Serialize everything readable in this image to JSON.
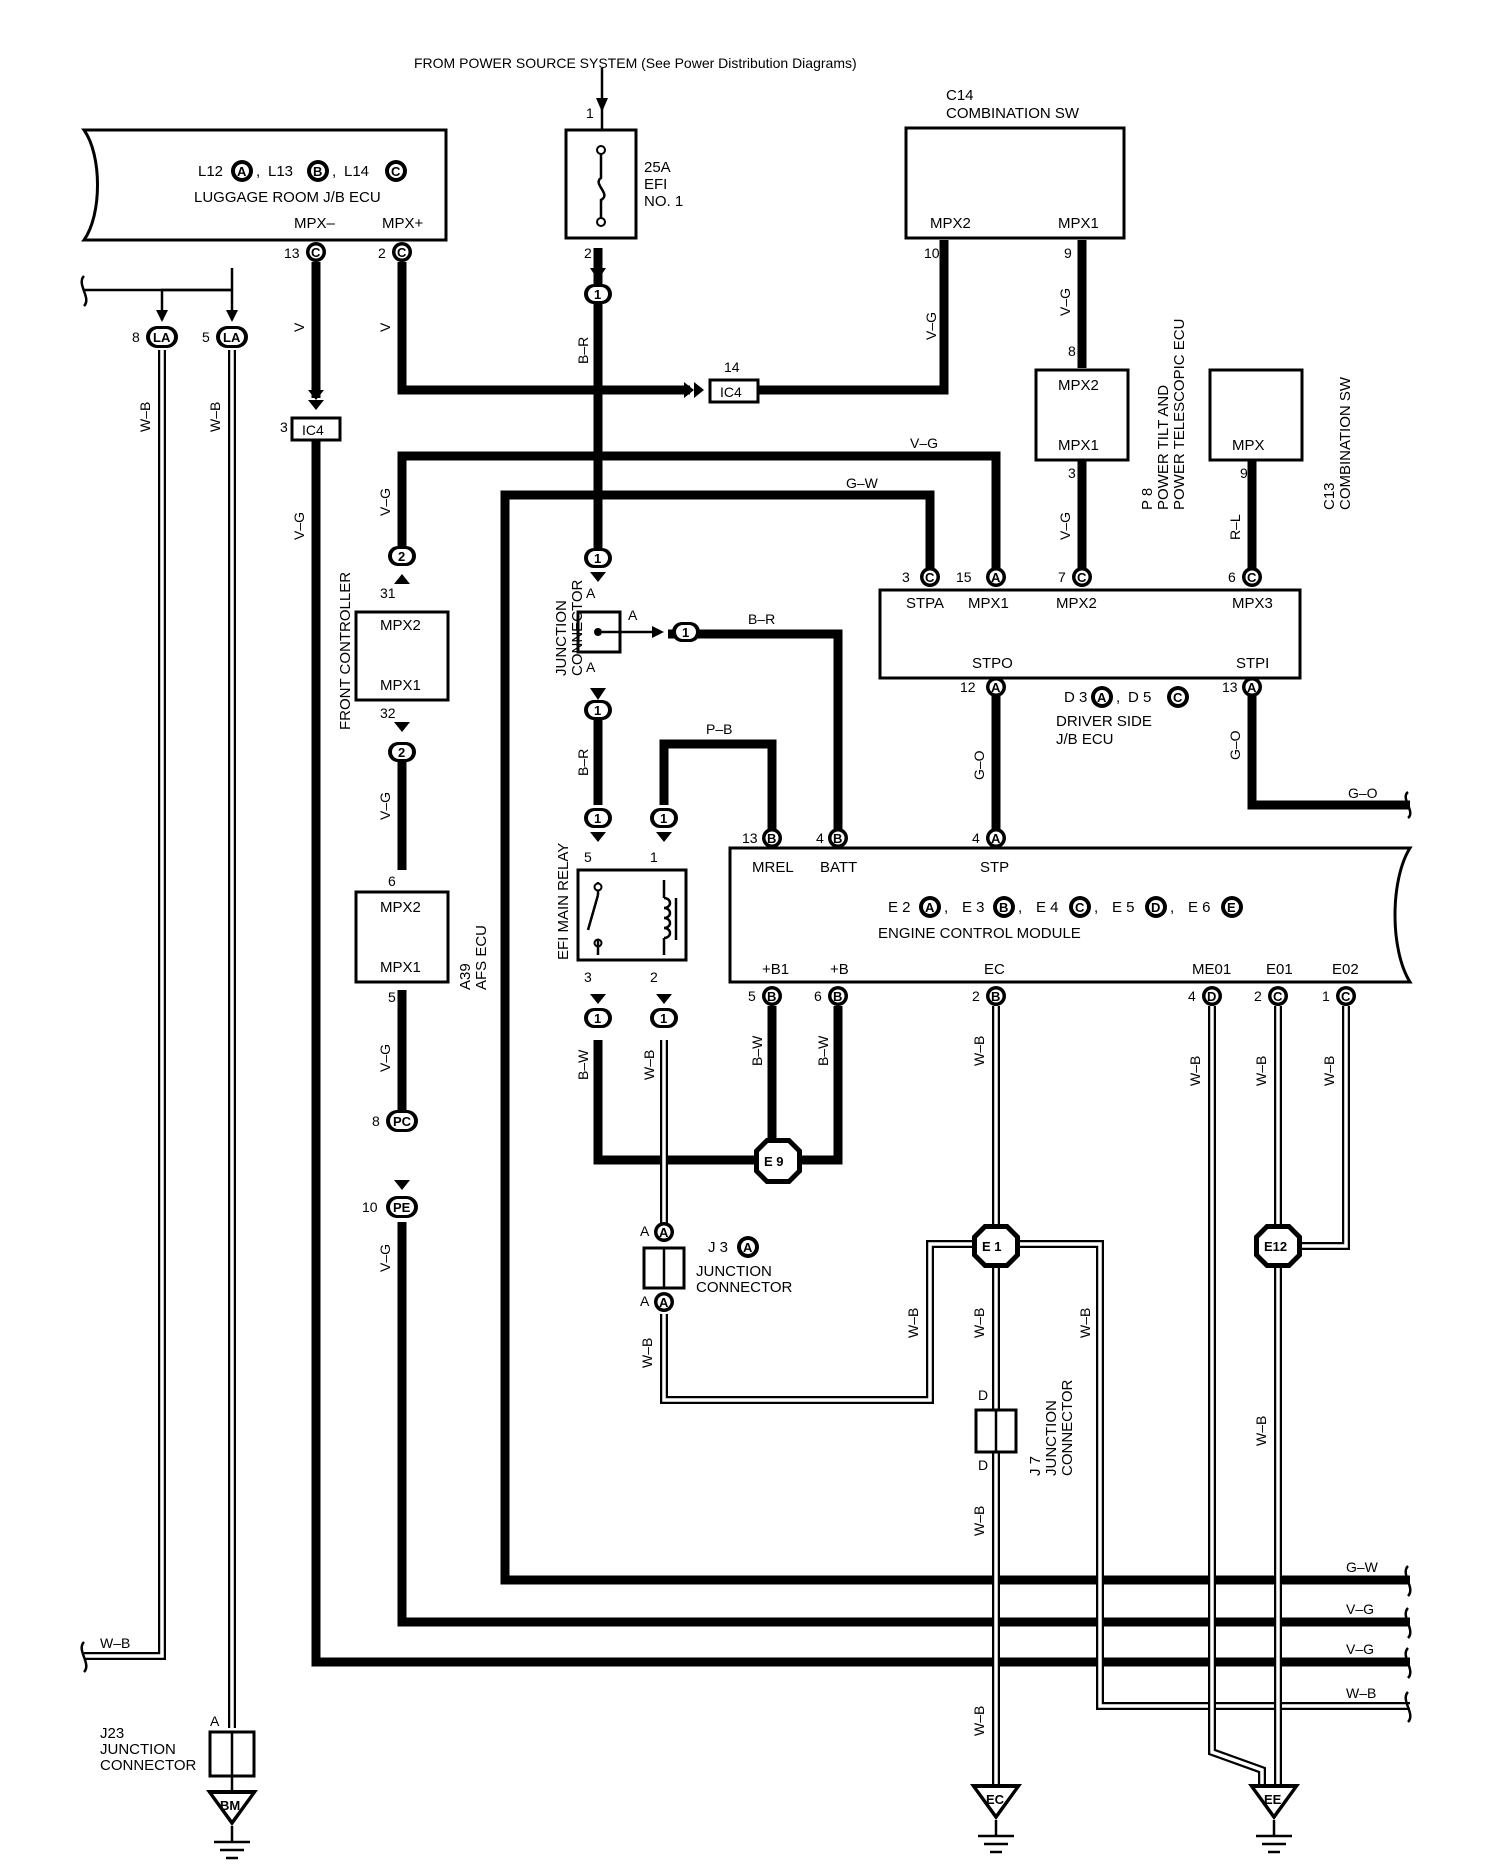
{
  "header": {
    "power_source": "FROM POWER SOURCE SYSTEM (See Power Distribution Diagrams)"
  },
  "fuse": {
    "rating": "25A",
    "name1": "EFI",
    "name2": "NO. 1",
    "pin_top": "1",
    "pin_bottom": "2"
  },
  "luggage_ecu": {
    "name": "LUGGAGE ROOM J/B ECU",
    "codes": [
      "L12",
      "L13",
      "L14"
    ],
    "letters": [
      "A",
      "B",
      "C"
    ],
    "pins": {
      "mpx_minus": "MPX–",
      "mpx_plus": "MPX+",
      "pin13": "13",
      "pin2": "2",
      "conn": "C"
    }
  },
  "c14": {
    "id": "C14",
    "name": "COMBINATION SW",
    "mpx2": "MPX2",
    "mpx1": "MPX1",
    "pin10": "10",
    "pin9": "9"
  },
  "ptilt": {
    "id": "P 8",
    "name1": "POWER TILT AND",
    "name2": "POWER TELESCOPIC ECU",
    "mpx2": "MPX2",
    "mpx1": "MPX1",
    "pin8": "8",
    "pin3": "3"
  },
  "c13": {
    "id": "C13",
    "name": "COMBINATION SW",
    "mpx": "MPX",
    "pin9": "9"
  },
  "ic4": {
    "label": "IC4",
    "pin14": "14",
    "pin3": "3"
  },
  "driver_ecu": {
    "name1": "DRIVER SIDE",
    "name2": "J/B ECU",
    "codes": [
      "D 3",
      "D 5"
    ],
    "letters": [
      "A",
      "C"
    ],
    "pins": {
      "stpa": "STPA",
      "mpx1": "MPX1",
      "mpx2": "MPX2",
      "mpx3": "MPX3",
      "stpo": "STPO",
      "stpi": "STPI",
      "p3": "3",
      "p15": "15",
      "p7": "7",
      "p6": "6",
      "p12": "12",
      "p13": "13"
    }
  },
  "ecm": {
    "name": "ENGINE CONTROL MODULE",
    "codes": [
      "E 2",
      "E 3",
      "E 4",
      "E 5",
      "E 6"
    ],
    "letters": [
      "A",
      "B",
      "C",
      "D",
      "E"
    ],
    "pins": {
      "mrel": "MREL",
      "batt": "BATT",
      "stp": "STP",
      "b1": "+B1",
      "b": "+B",
      "ec": "EC",
      "me01": "ME01",
      "e01": "E01",
      "e02": "E02",
      "p13": "13",
      "p4a": "4",
      "p4b": "4",
      "p5": "5",
      "p6": "6",
      "p2a": "2",
      "p4c": "4",
      "p2b": "2",
      "p1": "1"
    }
  },
  "front_controller": {
    "name": "FRONT CONTROLLER",
    "mpx2": "MPX2",
    "mpx1": "MPX1",
    "pin31": "31",
    "pin32": "32"
  },
  "afs_ecu": {
    "id": "A39",
    "name": "AFS ECU",
    "mpx2": "MPX2",
    "mpx1": "MPX1",
    "pin6": "6",
    "pin5": "5"
  },
  "efi_relay": {
    "name": "EFI MAIN RELAY",
    "p5": "5",
    "p1": "1",
    "p3": "3",
    "p2": "2"
  },
  "jc_a": {
    "name1": "JUNCTION",
    "name2": "CONNECTOR",
    "a": "A"
  },
  "j3": {
    "id": "J 3",
    "letter": "A",
    "name1": "JUNCTION",
    "name2": "CONNECTOR",
    "a": "A"
  },
  "j7": {
    "id": "J 7",
    "name1": "JUNCTION",
    "name2": "CONNECTOR",
    "d": "D"
  },
  "j23": {
    "id": "J23",
    "name1": "JUNCTION",
    "name2": "CONNECTOR",
    "a": "A"
  },
  "inline": {
    "one": "1",
    "two": "2",
    "la": "LA",
    "pc": "PC",
    "pe": "PE",
    "p8la": "8",
    "p5la": "5",
    "p8pc": "8",
    "p10pe": "10"
  },
  "grounds": {
    "e9": "E 9",
    "e1": "E 1",
    "e12": "E12",
    "bm": "BM",
    "ec": "EC",
    "ee": "EE"
  },
  "wires": {
    "v": "V",
    "vg": "V–G",
    "br": "B–R",
    "bw": "B–W",
    "wb": "W–B",
    "gw": "G–W",
    "pb": "P–B",
    "go": "G–O",
    "rl": "R–L"
  }
}
